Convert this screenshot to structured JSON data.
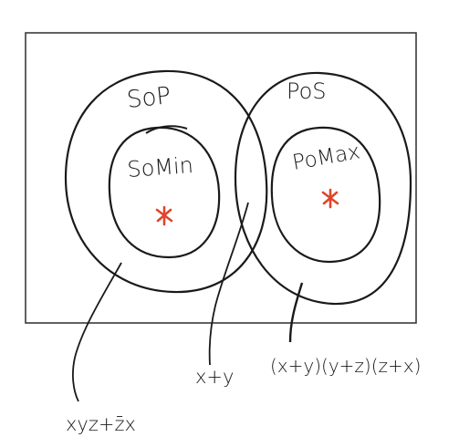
{
  "diagram": {
    "sets": {
      "sop": "SoP",
      "pos": "PoS",
      "somin": "SoMin",
      "pomax": "PoMax"
    },
    "labels": {
      "sop_example": "xyz+z̄x",
      "overlap_example": "x+y",
      "pos_example": "(x+y)(y+z)(z+x)"
    },
    "colors": {
      "ink": "#1a1a1a",
      "star": "#e0452b",
      "frame": "#3a3a3a"
    },
    "icons": [
      "star-icon",
      "star-icon"
    ]
  }
}
